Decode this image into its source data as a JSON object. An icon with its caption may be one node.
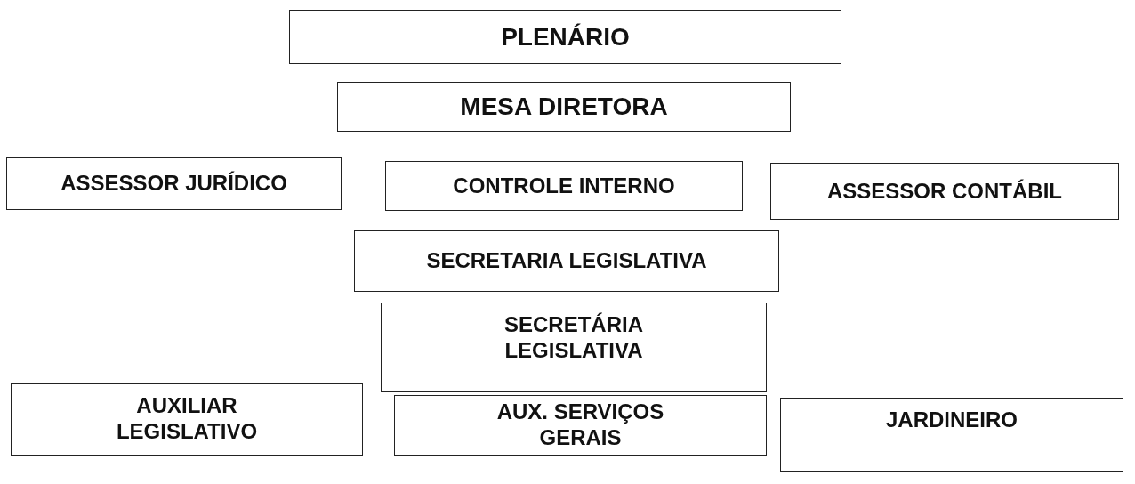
{
  "diagram": {
    "nodes": [
      {
        "text": [
          "PLENÁRIO"
        ]
      },
      {
        "text": [
          "MESA DIRETORA"
        ]
      },
      {
        "text": [
          "ASSESSOR JURÍDICO"
        ]
      },
      {
        "text": [
          "CONTROLE INTERNO"
        ]
      },
      {
        "text": [
          "ASSESSOR CONTÁBIL"
        ]
      },
      {
        "text": [
          "SECRETARIA LEGISLATIVA"
        ]
      },
      {
        "text": [
          "SECRETÁRIA LEGISLATIVA"
        ]
      },
      {
        "text": [
          "AUXILIAR LEGISLATIVO"
        ]
      },
      {
        "text": [
          "AUX. SERVIÇOS GERAIS"
        ]
      },
      {
        "text": [
          "JARDINEIRO"
        ]
      }
    ]
  }
}
